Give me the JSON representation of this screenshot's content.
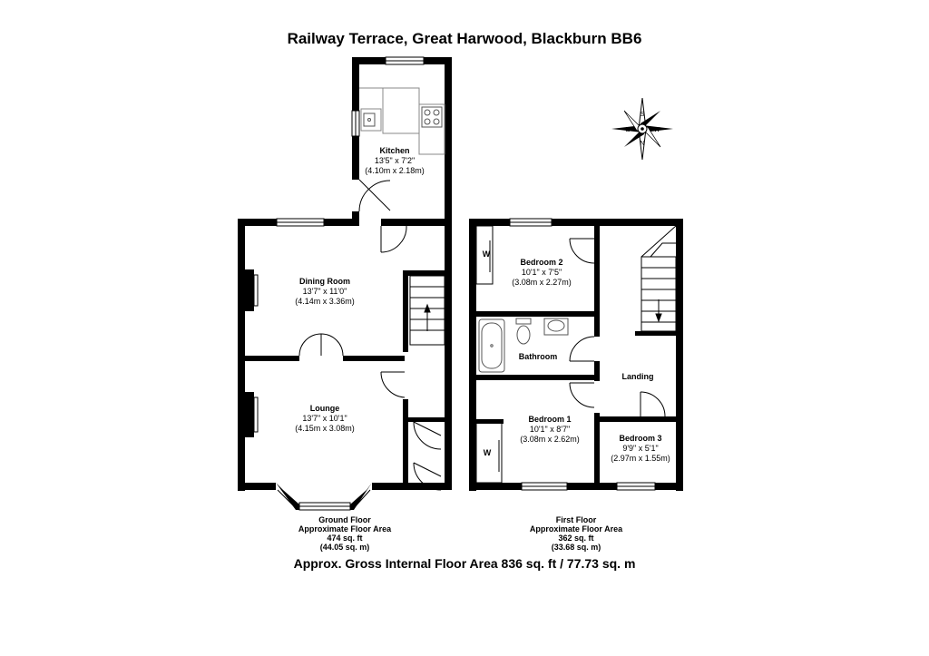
{
  "title": "Railway Terrace, Great Harwood, Blackburn BB6",
  "gross_area": "Approx. Gross Internal Floor Area 836 sq. ft / 77.73 sq. m",
  "compass": {
    "n": "N",
    "s": "S",
    "e": "E",
    "w": "W"
  },
  "ground_floor": {
    "rooms": {
      "kitchen": {
        "name": "Kitchen",
        "imperial": "13'5\" x 7'2\"",
        "metric": "(4.10m x 2.18m)"
      },
      "dining": {
        "name": "Dining Room",
        "imperial": "13'7\" x 11'0\"",
        "metric": "(4.14m x 3.36m)"
      },
      "lounge": {
        "name": "Lounge",
        "imperial": "13'7\" x 10'1\"",
        "metric": "(4.15m x 3.08m)"
      }
    },
    "caption": {
      "line1": "Ground Floor",
      "line2": "Approximate Floor Area",
      "line3": "474 sq. ft",
      "line4": "(44.05 sq. m)"
    }
  },
  "first_floor": {
    "rooms": {
      "bedroom2": {
        "name": "Bedroom 2",
        "imperial": "10'1\" x 7'5\"",
        "metric": "(3.08m x 2.27m)"
      },
      "bathroom": {
        "name": "Bathroom"
      },
      "landing": {
        "name": "Landing"
      },
      "bedroom1": {
        "name": "Bedroom 1",
        "imperial": "10'1\" x 8'7\"",
        "metric": "(3.08m x 2.62m)"
      },
      "bedroom3": {
        "name": "Bedroom 3",
        "imperial": "9'9\" x 5'1\"",
        "metric": "(2.97m x 1.55m)"
      }
    },
    "wardrobe": "W",
    "caption": {
      "line1": "First Floor",
      "line2": "Approximate Floor Area",
      "line3": "362 sq. ft",
      "line4": "(33.68 sq. m)"
    }
  }
}
